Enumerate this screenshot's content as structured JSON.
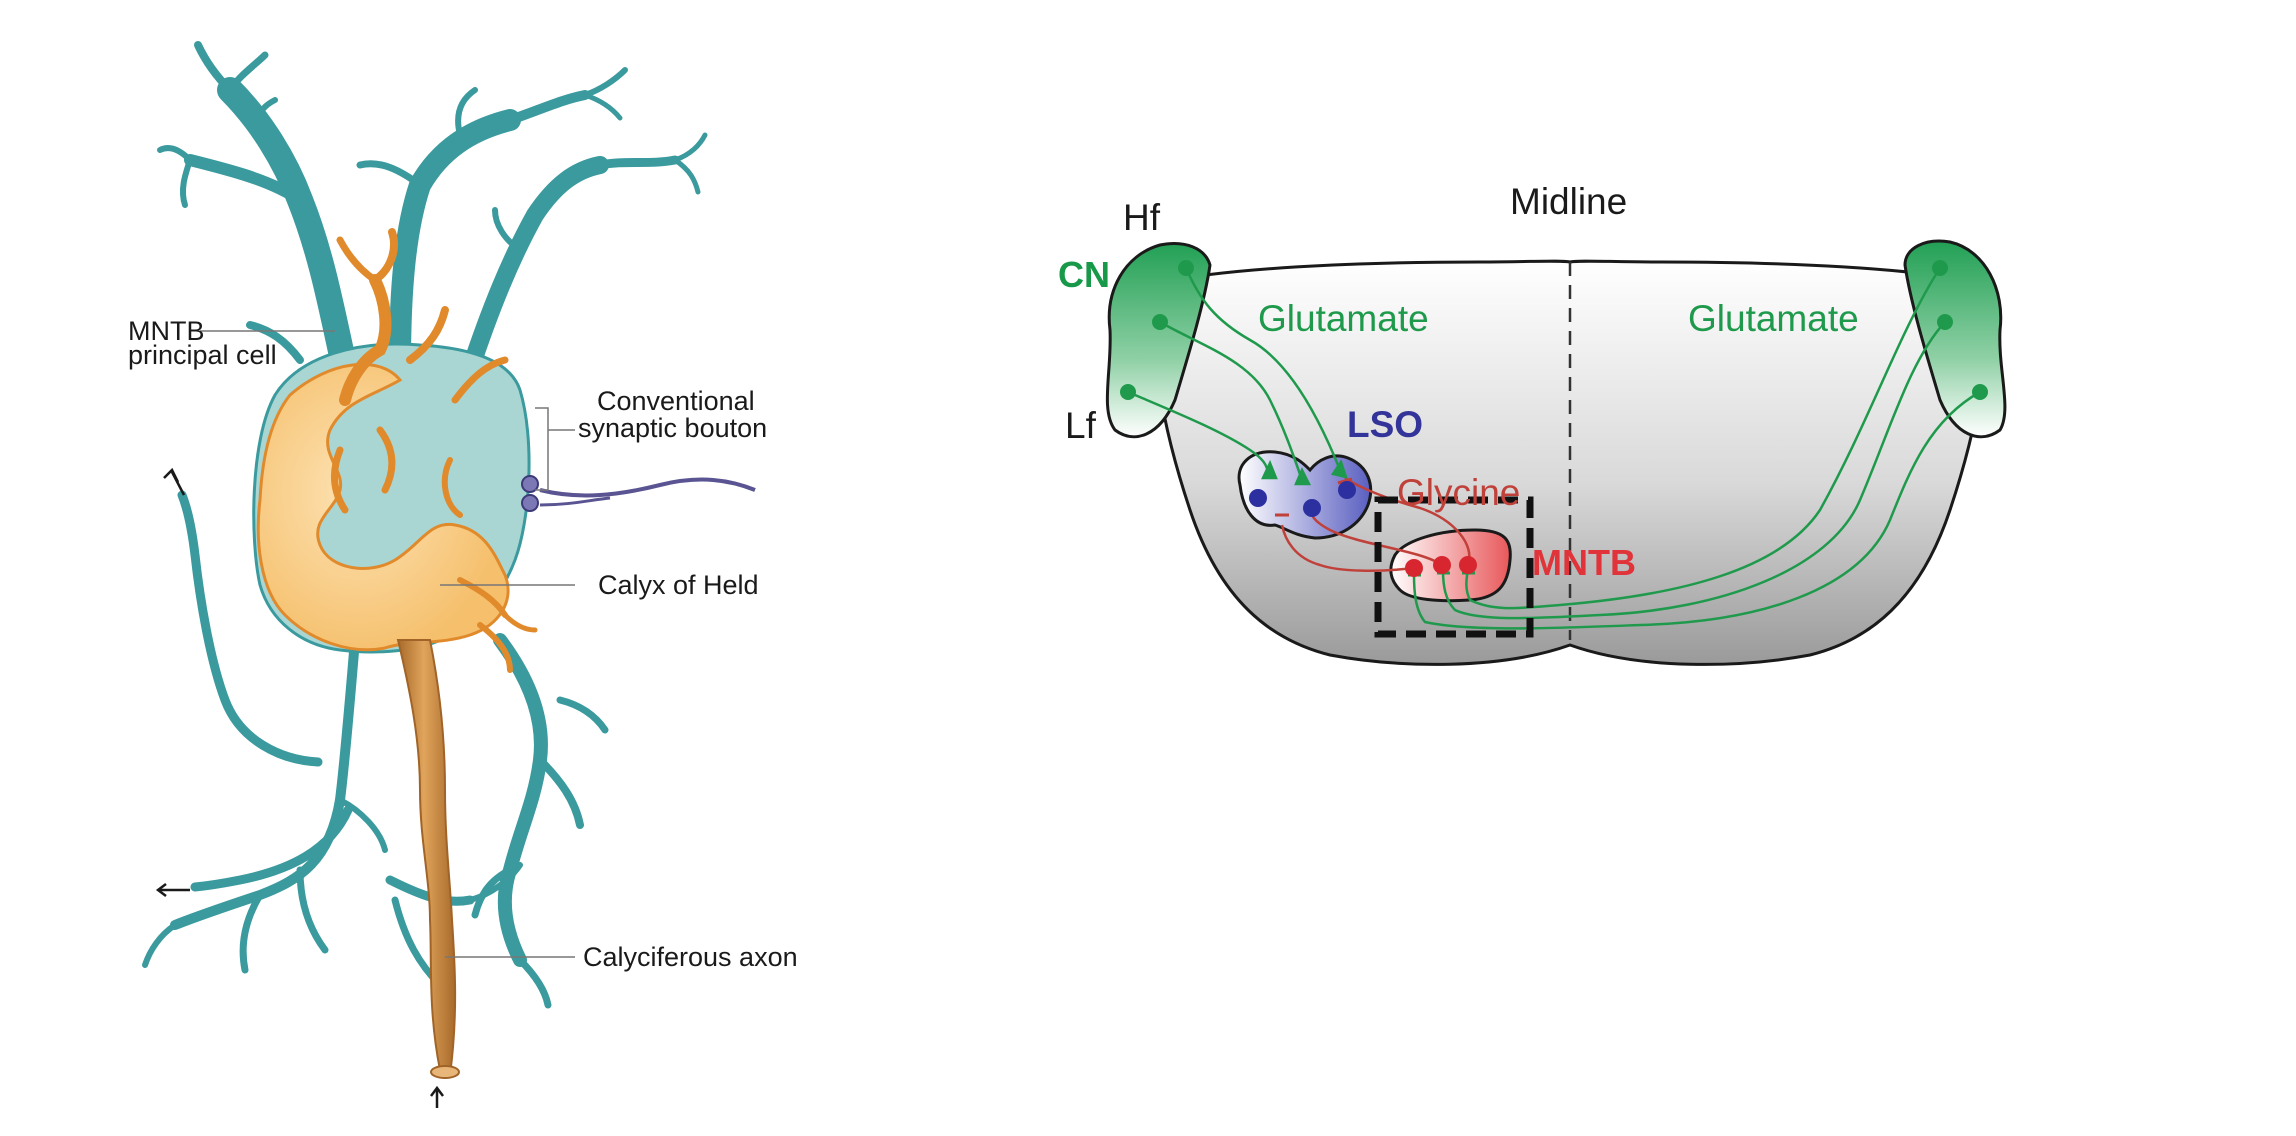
{
  "left_panel": {
    "labels": {
      "principal_cell_line1": "MNTB",
      "principal_cell_line2": "principal cell",
      "bouton_line1": "Conventional",
      "bouton_line2": "synaptic bouton",
      "calyx": "Calyx of Held",
      "axon": "Calyciferous axon"
    },
    "colors": {
      "neuron": "#3a9a9e",
      "neuron_light": "#a9d6d3",
      "calyx": "#f6c67a",
      "calyx_edge": "#e08a2c",
      "axon": "#c98740",
      "bouton": "#5a5592"
    }
  },
  "right_panel": {
    "labels": {
      "midline": "Midline",
      "hf": "Hf",
      "lf": "Lf",
      "cn": "CN",
      "glutamate_left": "Glutamate",
      "glutamate_right": "Glutamate",
      "lso": "LSO",
      "glycine": "Glycine",
      "mntb": "MNTB"
    },
    "colors": {
      "glutamate": "#1f9a4c",
      "glycine": "#c0403a",
      "lso": "#33349a",
      "mntb": "#e0333a"
    }
  }
}
